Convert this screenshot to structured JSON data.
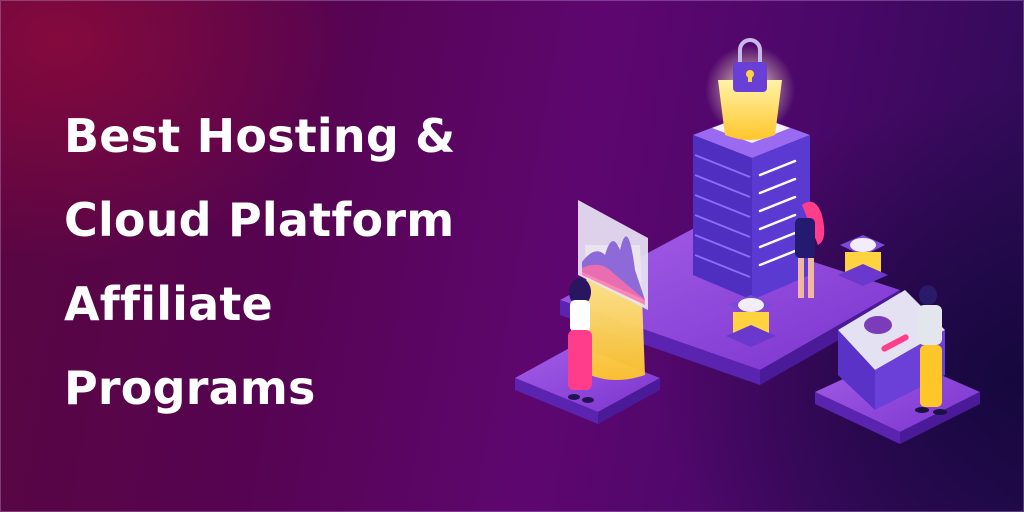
{
  "banner": {
    "headline_lines": [
      "Best Hosting &",
      "Cloud Platform",
      "Affiliate",
      "Programs"
    ],
    "colors": {
      "background_left": "#5a0640",
      "background_mid": "#5e0670",
      "background_right": "#2b0b55",
      "text": "#ffffff",
      "platform_purple": "#8a45d8",
      "server_indigo": "#4a2cb8",
      "glow_yellow": "#ffd23f",
      "accent_pink": "#ff3d8a"
    }
  },
  "illustration": {
    "elements": [
      "padlock-icon",
      "server-tower",
      "analytics-hologram",
      "cooling-fan-units",
      "cloud-upload-screen",
      "woman-at-server",
      "woman-at-chart",
      "man-at-console"
    ]
  }
}
